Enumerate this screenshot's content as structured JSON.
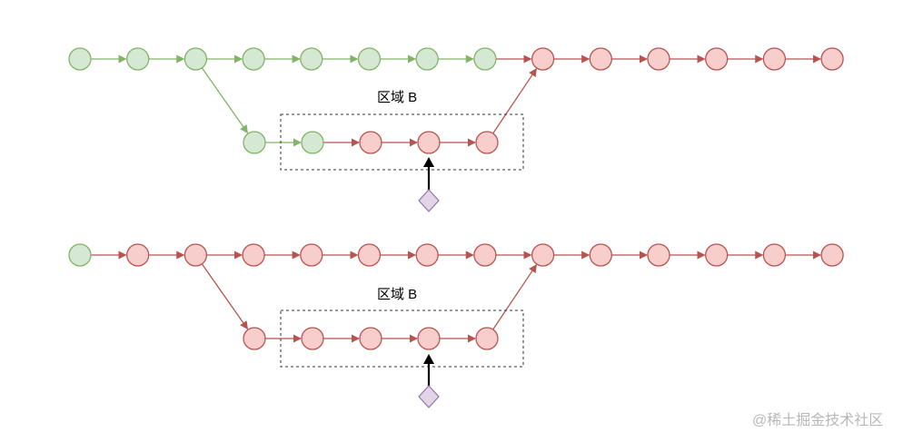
{
  "colors": {
    "green_fill": "#d5e8d4",
    "green_stroke": "#82b366",
    "red_fill": "#f8cecc",
    "red_stroke": "#b85450",
    "marker_fill": "#e1d5e7",
    "marker_stroke": "#9673a6",
    "pointer": "#000000",
    "region_border": "#333333"
  },
  "diagrams": [
    {
      "id": "top",
      "region_label": "区域 B",
      "main_row": [
        "green",
        "green",
        "green",
        "green",
        "green",
        "green",
        "green",
        "green",
        "red",
        "red",
        "red",
        "red",
        "red",
        "red"
      ],
      "branch_row": [
        "green",
        "green",
        "red",
        "red",
        "red"
      ],
      "branch_from": 2,
      "merge_into": 8
    },
    {
      "id": "bottom",
      "region_label": "区域 B",
      "main_row": [
        "green",
        "red",
        "red",
        "red",
        "red",
        "red",
        "red",
        "red",
        "red",
        "red",
        "red",
        "red",
        "red",
        "red"
      ],
      "branch_row": [
        "red",
        "red",
        "red",
        "red",
        "red"
      ],
      "branch_from": 2,
      "merge_into": 8
    }
  ],
  "watermark": "@稀土掘金技术社区"
}
